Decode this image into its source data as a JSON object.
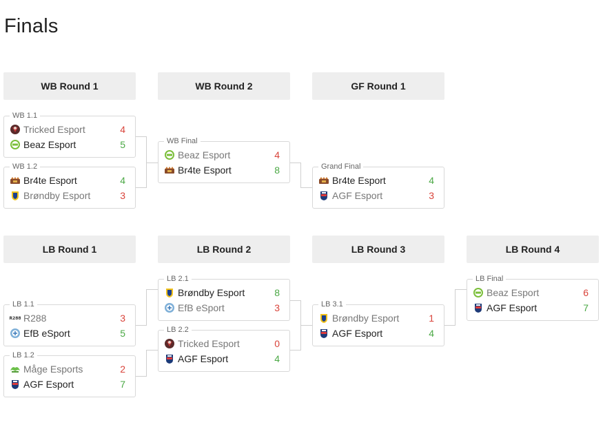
{
  "page": {
    "title": "Finals"
  },
  "rounds": {
    "wb1": "WB Round 1",
    "wb2": "WB Round 2",
    "gf1": "GF Round 1",
    "lb1": "LB Round 1",
    "lb2": "LB Round 2",
    "lb3": "LB Round 3",
    "lb4": "LB Round 4"
  },
  "matches": {
    "wb11": {
      "label": "WB 1.1",
      "t1": {
        "name": "Tricked Esport",
        "score": "4"
      },
      "t2": {
        "name": "Beaz Esport",
        "score": "5"
      }
    },
    "wb12": {
      "label": "WB 1.2",
      "t1": {
        "name": "Br4te Esport",
        "score": "4"
      },
      "t2": {
        "name": "Brøndby Esport",
        "score": "3"
      }
    },
    "wbf": {
      "label": "WB Final",
      "t1": {
        "name": "Beaz Esport",
        "score": "4"
      },
      "t2": {
        "name": "Br4te Esport",
        "score": "8"
      }
    },
    "gf": {
      "label": "Grand Final",
      "t1": {
        "name": "Br4te Esport",
        "score": "4"
      },
      "t2": {
        "name": "AGF Esport",
        "score": "3"
      }
    },
    "lb11": {
      "label": "LB 1.1",
      "t1": {
        "name": "R288",
        "score": "3"
      },
      "t2": {
        "name": "EfB eSport",
        "score": "5"
      }
    },
    "lb12": {
      "label": "LB 1.2",
      "t1": {
        "name": "Måge Esports",
        "score": "2"
      },
      "t2": {
        "name": "AGF Esport",
        "score": "7"
      }
    },
    "lb21": {
      "label": "LB 2.1",
      "t1": {
        "name": "Brøndby Esport",
        "score": "8"
      },
      "t2": {
        "name": "EfB eSport",
        "score": "3"
      }
    },
    "lb22": {
      "label": "LB 2.2",
      "t1": {
        "name": "Tricked Esport",
        "score": "0"
      },
      "t2": {
        "name": "AGF Esport",
        "score": "4"
      }
    },
    "lb31": {
      "label": "LB 3.1",
      "t1": {
        "name": "Brøndby Esport",
        "score": "1"
      },
      "t2": {
        "name": "AGF Esport",
        "score": "4"
      }
    },
    "lbf": {
      "label": "LB Final",
      "t1": {
        "name": "Beaz Esport",
        "score": "6"
      },
      "t2": {
        "name": "AGF Esport",
        "score": "7"
      }
    }
  },
  "colors": {
    "win": "#4aa844",
    "lose": "#d9433a",
    "header_bg": "#eeeeee"
  },
  "icons": {
    "tricked": "tricked-esport-logo",
    "beaz": "beaz-esport-logo",
    "br4te": "br4te-esport-logo",
    "brondby": "brondby-esport-logo",
    "agf": "agf-esport-logo",
    "r288": "r288-logo",
    "efb": "efb-esport-logo",
    "mage": "mage-esports-logo"
  }
}
